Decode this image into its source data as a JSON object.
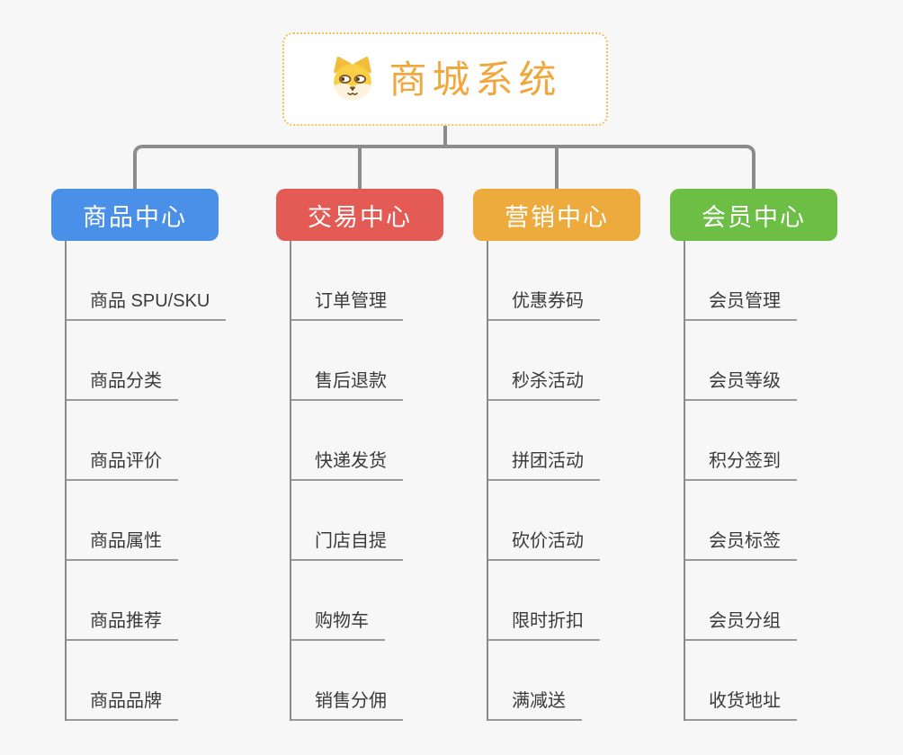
{
  "root": {
    "title": "商城系统",
    "icon": "dog-face-icon"
  },
  "branches": [
    {
      "label": "商品中心",
      "color": "#4b90e8",
      "children": [
        "商品 SPU/SKU",
        "商品分类",
        "商品评价",
        "商品属性",
        "商品推荐",
        "商品品牌"
      ]
    },
    {
      "label": "交易中心",
      "color": "#e45b55",
      "children": [
        "订单管理",
        "售后退款",
        "快递发货",
        "门店自提",
        "购物车",
        "销售分佣"
      ]
    },
    {
      "label": "营销中心",
      "color": "#edaa3d",
      "children": [
        "优惠券码",
        "秒杀活动",
        "拼团活动",
        "砍价活动",
        "限时折扣",
        "满减送"
      ]
    },
    {
      "label": "会员中心",
      "color": "#6cbe45",
      "children": [
        "会员管理",
        "会员等级",
        "积分签到",
        "会员标签",
        "会员分组",
        "收货地址"
      ]
    }
  ],
  "colors": {
    "background": "#f7f7f7",
    "connector": "#8c8c8c",
    "underline": "#9a9a9a",
    "child_text": "#3a3a3a",
    "root_title": "#f0a83e",
    "root_border": "#f3bc5c"
  }
}
